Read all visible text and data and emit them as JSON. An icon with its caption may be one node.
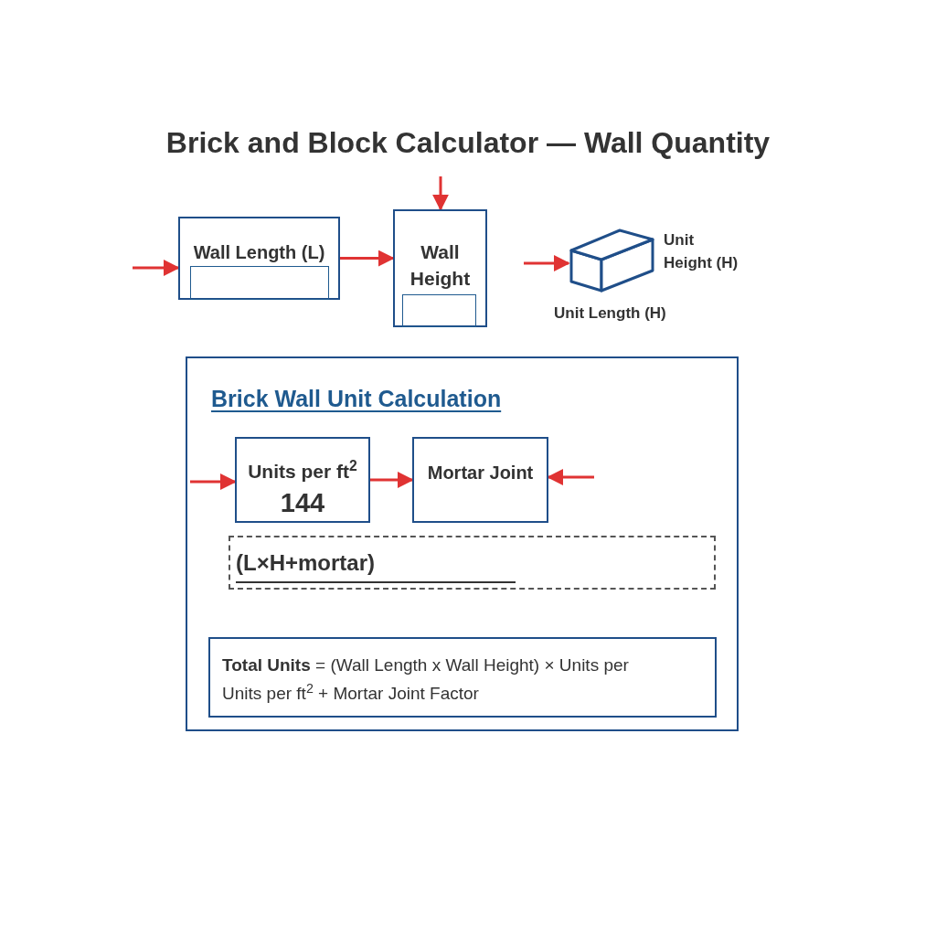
{
  "diagram": {
    "title": "Brick and Block Calculator — Wall Quantity",
    "nodes": [
      {
        "text": [
          "Wall Length (L)"
        ]
      },
      {
        "text": [],
        "shape": "box",
        "in": 0
      },
      {
        "text": [
          "Wall Height"
        ]
      },
      {
        "text": [],
        "shape": "box",
        "in": 2
      },
      {
        "text": [],
        "shape": "box",
        "beside": [
          "Unit Height (H)",
          "Unit Length (H)"
        ]
      },
      {
        "text": [
          "Brick Wall Unit Calculation"
        ]
      },
      {
        "text": [
          "Units per ft$^{2}$",
          "144"
        ],
        "in": 5
      },
      {
        "text": [
          "Mortar Joint"
        ],
        "in": 5
      },
      {
        "text": [
          "(L×H+mortar)"
        ],
        "in": 5
      },
      {
        "text": [
          "**Total Units** = (Wall Length x Wall Height) × Units per Units per ft$^{2}$ + Mortar Joint Factor"
        ],
        "in": 5
      }
    ],
    "edges": [
      {
        "from": null,
        "to": 0,
        "arrow": "to"
      },
      {
        "from": 0,
        "to": 2,
        "arrow": "to"
      },
      {
        "from": null,
        "to": 2,
        "arrow": "to"
      },
      {
        "from": null,
        "to": 4,
        "arrow": "to"
      },
      {
        "from": null,
        "to": 6,
        "arrow": "to"
      },
      {
        "from": 6,
        "to": 7,
        "arrow": "to"
      },
      {
        "from": null,
        "to": 7,
        "arrow": "to"
      }
    ]
  }
}
